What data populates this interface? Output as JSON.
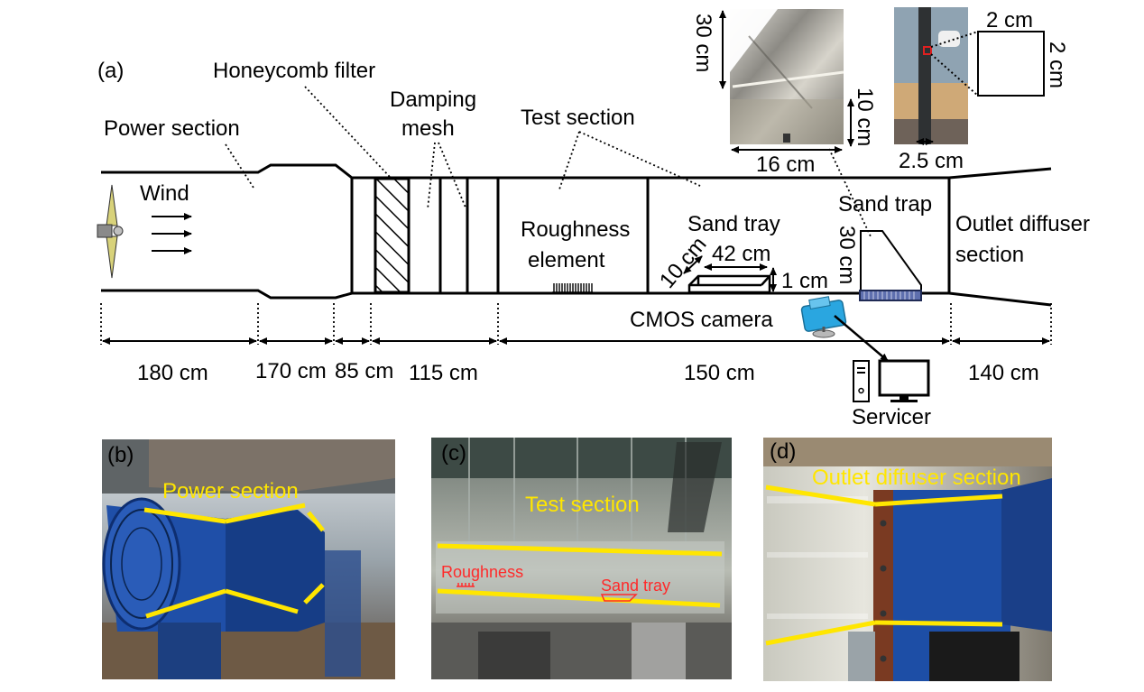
{
  "panel_a": {
    "tag": "(a)",
    "labels": {
      "honeycomb": "Honeycomb filter",
      "damping_1": "Damping",
      "damping_2": "mesh",
      "test_section": "Test section",
      "power_section": "Power section",
      "wind": "Wind",
      "roughness_1": "Roughness",
      "roughness_2": "element",
      "sand_tray": "Sand tray",
      "sand_trap": "Sand trap",
      "outlet_1": "Outlet diffuser",
      "outlet_2": "section",
      "camera": "CMOS camera",
      "servicer": "Servicer"
    },
    "tray_dims": {
      "width": "10 cm",
      "length": "42 cm",
      "height": "1 cm"
    },
    "trap_dims": {
      "height": "30 cm"
    },
    "inset_trap": {
      "height": "30 cm",
      "base_height": "10 cm",
      "width": "16 cm"
    },
    "inset_element": {
      "side_top": "2 cm",
      "side_right": "2 cm",
      "thickness": "2.5 cm"
    },
    "section_lengths": [
      "180 cm",
      "170 cm",
      "85 cm",
      "115 cm",
      "150 cm",
      "140 cm"
    ]
  },
  "panel_b": {
    "tag": "(b)",
    "label": "Power section"
  },
  "panel_c": {
    "tag": "(c)",
    "label": "Test section",
    "roughness": "Roughness",
    "sand_tray": "Sand tray"
  },
  "panel_d": {
    "tag": "(d)",
    "label": "Outlet diffuser section"
  },
  "colors": {
    "highlight": "#ffe600",
    "annotation_red": "#ff2a2a",
    "camera_blue": "#2aa6e0"
  }
}
